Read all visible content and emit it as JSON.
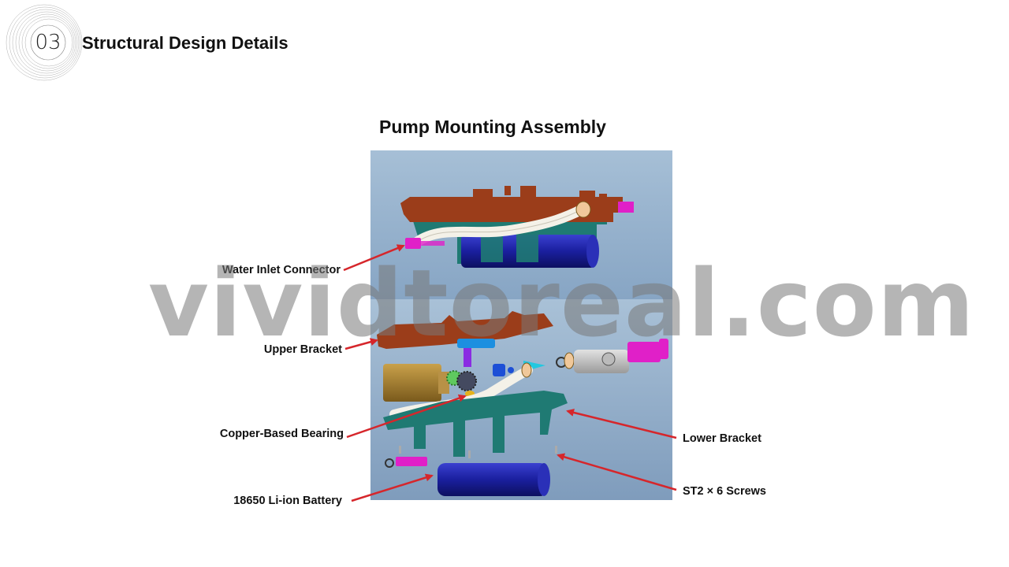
{
  "header": {
    "section_number": "03",
    "section_title": "Structural Design Details"
  },
  "diagram": {
    "title": "Pump Mounting Assembly",
    "labels": {
      "water_inlet_connector": "Water Inlet Connector",
      "upper_bracket": "Upper Bracket",
      "copper_based_bearing": "Copper-Based Bearing",
      "battery": "18650 Li-ion Battery",
      "lower_bracket": "Lower Bracket",
      "screws": "ST2 × 6 Screws"
    },
    "colors": {
      "background_top": "#a8c0d6",
      "background_bottom": "#7f9dbd",
      "bracket_brown": "#9b3d1a",
      "bracket_teal": "#1f7a73",
      "battery_blue": "#1a1f9e",
      "connector_magenta": "#e020c8",
      "arrow_red": "#d6262b"
    }
  },
  "watermark": "vividtoreal.com"
}
